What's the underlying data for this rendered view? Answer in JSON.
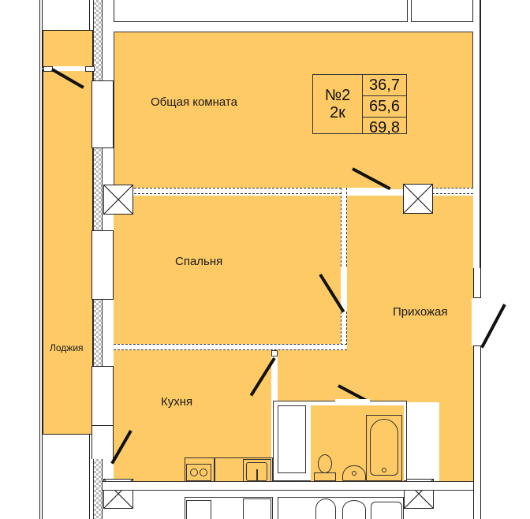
{
  "plan": {
    "apartment_number": "№2",
    "room_count": "2к",
    "areas": {
      "living": "36,7",
      "total": "65,6",
      "total_with_loggia": "69,8"
    },
    "rooms": [
      {
        "id": "living-room",
        "label": "Общая комната"
      },
      {
        "id": "bedroom",
        "label": "Спальня"
      },
      {
        "id": "hallway",
        "label": "Прихожая"
      },
      {
        "id": "kitchen",
        "label": "Кухня"
      },
      {
        "id": "loggia",
        "label": "Лоджия"
      },
      {
        "id": "bathroom",
        "label": ""
      }
    ],
    "colors": {
      "room_fill": "#fdca66",
      "wall": "#ffffff",
      "line": "#222222"
    },
    "fixtures": [
      "stove",
      "kitchen-sink",
      "toilet",
      "washbasin",
      "bathtub",
      "ventilation-shaft"
    ]
  }
}
